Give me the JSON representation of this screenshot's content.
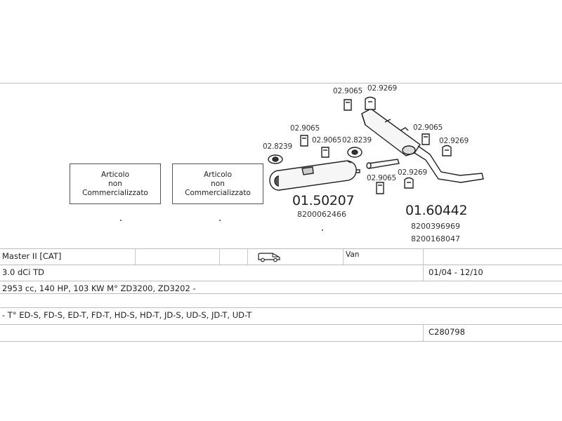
{
  "not_available_boxes": [
    {
      "line1": "Articolo",
      "line2": "non",
      "line3": "Commercializzato"
    },
    {
      "line1": "Articolo",
      "line2": "non",
      "line3": "Commercializzato"
    }
  ],
  "parts": {
    "clamp_a1": "02.9065",
    "clamp_a2": "02.9269",
    "clamp_b1": "02.9065",
    "clamp_b2": "02.9065",
    "clamp_b3": "02.8239",
    "clamp_c1": "02.8239",
    "clamp_d1": "02.9065",
    "clamp_d2": "02.9269",
    "clamp_e1": "02.9065",
    "clamp_e2": "02.9269"
  },
  "middle_silencer": {
    "code": "01.50207",
    "oem": "8200062466"
  },
  "rear_silencer": {
    "code": "01.60442",
    "oem1": "8200396969",
    "oem2": "8200168047"
  },
  "vehicle": {
    "model": "Master II  [CAT]",
    "body": "Van",
    "engine": "3.0 dCi TD",
    "years": "01/04 - 12/10",
    "spec": "2953 cc, 140 HP, 103 KW M° ZD3200, ZD3202 -",
    "types": "- T° ED-S, FD-S, ED-T, FD-T, HD-S, HD-T, JD-S, UD-S, JD-T, UD-T",
    "catalog": "C280798"
  },
  "icons": {
    "van": "van-icon",
    "clamp": "clamp-icon"
  }
}
